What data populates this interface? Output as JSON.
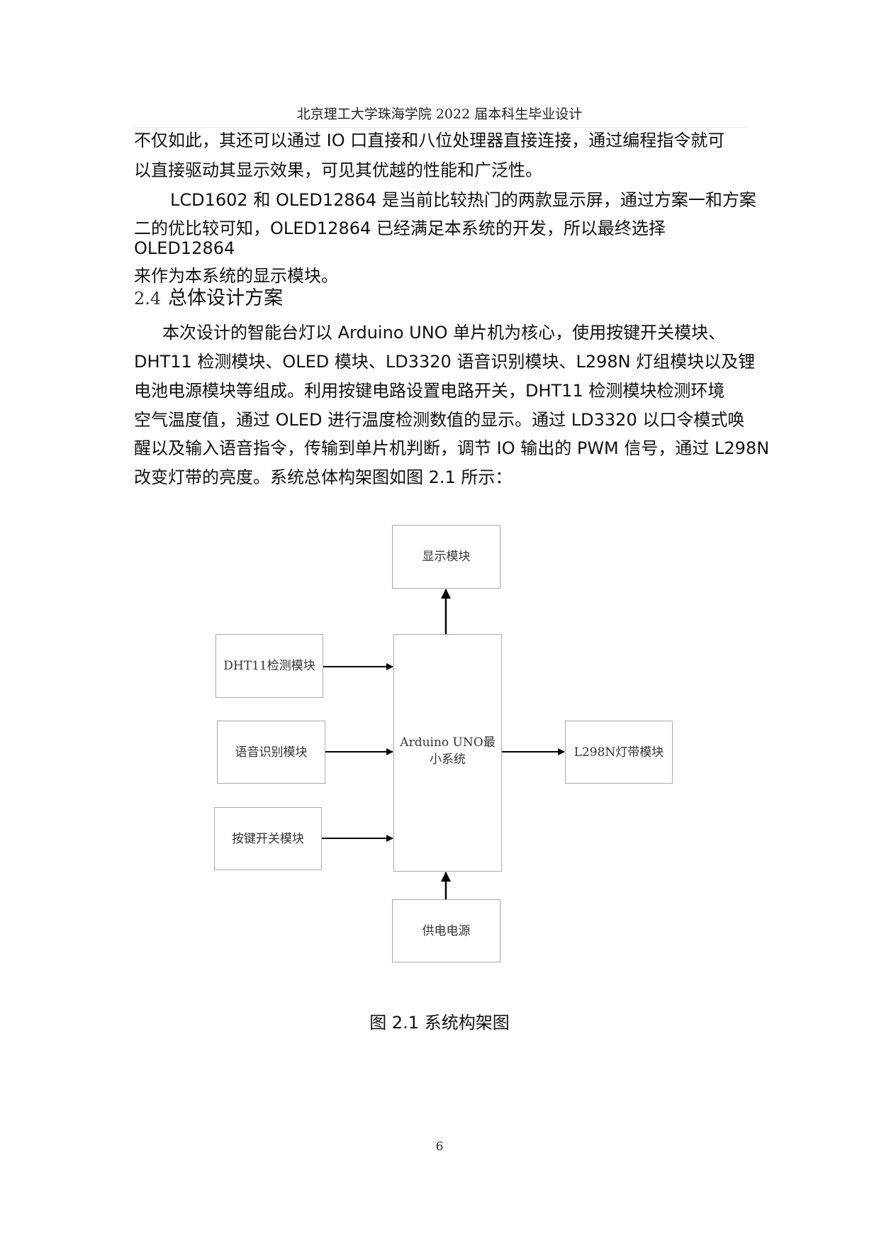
{
  "header": {
    "title": "北京理工大学珠海学院 2022 届本科生毕业设计"
  },
  "body": {
    "lines_para1": [
      "不仅如此，其还可以通过 IO 口直接和八位处理器直接连接，通过编程指令就可",
      "以直接驱动其显示效果，可见其优越的性能和广泛性。"
    ],
    "lines_para2": [
      "LCD1602 和 OLED12864 是当前比较热门的两款显示屏，通过方案一和方案",
      "二的优比较可知，OLED12864 已经满足本系统的开发，所以最终选择",
      "OLED12864",
      "来作为本系统的显示模块。"
    ],
    "section_heading": {
      "number": "2.4",
      "title": "总体设计方案"
    },
    "lines_para3": [
      "本次设计的智能台灯以 Arduino UNO 单片机为核心，使用按键开关模块、",
      "DHT11 检测模块、OLED 模块、LD3320 语音识别模块、L298N 灯组模块以及锂",
      "电池电源模块等组成。利用按键电路设置电路开关，DHT11 检测模块检测环境",
      "空气温度值，通过 OLED 进行温度检测数值的显示。通过 LD3320 以口令模式唤",
      "醒以及输入语音指令，传输到单片机判断，调节 IO 输出的 PWM 信号，通过 L298N",
      "改变灯带的亮度。系统总体构架图如图 2.1 所示："
    ]
  },
  "diagram": {
    "nodes": {
      "display": "显示模块",
      "dht11": "DHT11检测模块",
      "voice": "语音识别模块",
      "button": "按键开关模块",
      "core_line1": "Arduino UNO最",
      "core_line2": "小系统",
      "l298n": "L298N灯带模块",
      "power": "供电电源"
    },
    "edges": [
      {
        "from": "core",
        "to": "display"
      },
      {
        "from": "dht11",
        "to": "core"
      },
      {
        "from": "voice",
        "to": "core"
      },
      {
        "from": "button",
        "to": "core"
      },
      {
        "from": "core",
        "to": "l298n"
      },
      {
        "from": "power",
        "to": "core"
      }
    ],
    "caption": "图 2.1  系统构架图"
  },
  "footer": {
    "page_number": "6"
  }
}
